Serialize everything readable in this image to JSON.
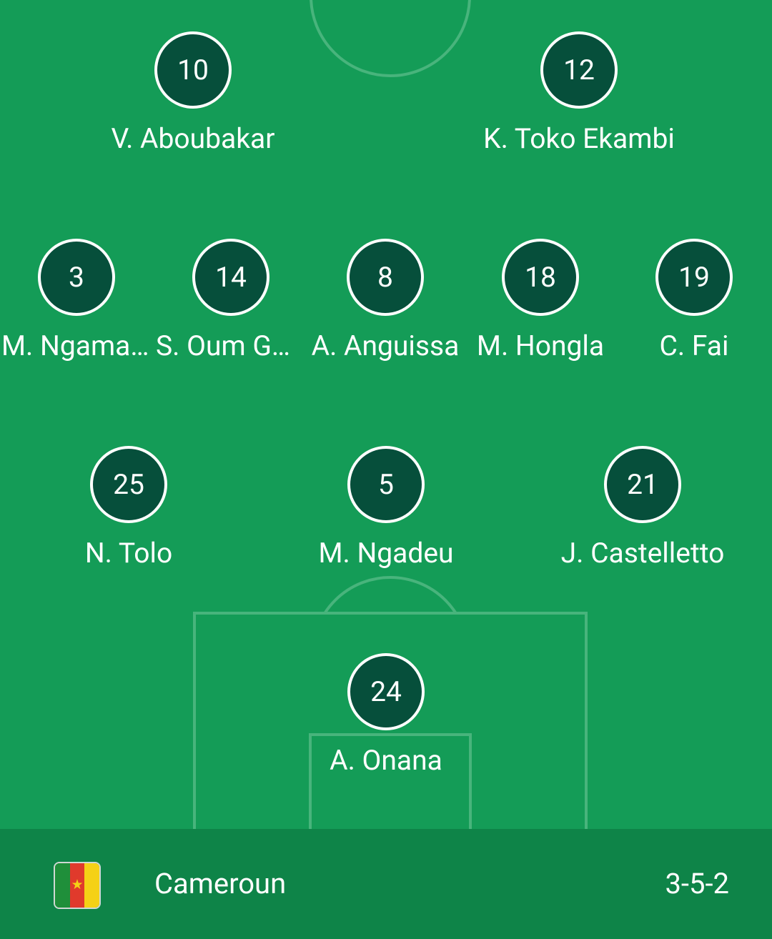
{
  "team": {
    "name": "Cameroun",
    "formation": "3-5-2",
    "flag_colors": [
      "#1f8f3a",
      "#e03a2c",
      "#f5d116"
    ]
  },
  "players": [
    {
      "number": "10",
      "name": "V. Aboubakar"
    },
    {
      "number": "12",
      "name": "K. Toko Ekambi"
    },
    {
      "number": "3",
      "name": "M. Ngamaleu"
    },
    {
      "number": "14",
      "name": "S. Oum Gouet"
    },
    {
      "number": "8",
      "name": "A. Anguissa"
    },
    {
      "number": "18",
      "name": "M. Hongla"
    },
    {
      "number": "19",
      "name": "C. Fai"
    },
    {
      "number": "25",
      "name": "N. Tolo"
    },
    {
      "number": "5",
      "name": "M. Ngadeu"
    },
    {
      "number": "21",
      "name": "J. Castelletto"
    },
    {
      "number": "24",
      "name": "A. Onana"
    }
  ],
  "colors": {
    "pitch": "#149c57",
    "pitch_lines": "#48b47c",
    "player_badge": "#064f3b",
    "footer": "#0e8448"
  }
}
